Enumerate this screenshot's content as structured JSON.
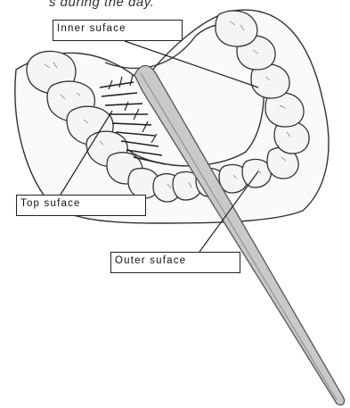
{
  "header_fragment": "s during the day.",
  "labels": {
    "inner": "Inner suface",
    "top": "Top suface",
    "outer": "Outer suface"
  },
  "colors": {
    "outline": "#333333",
    "tooth_fill": "#f4f4f4",
    "brush_fill": "#c8c8c8",
    "bristles": "#222222"
  }
}
